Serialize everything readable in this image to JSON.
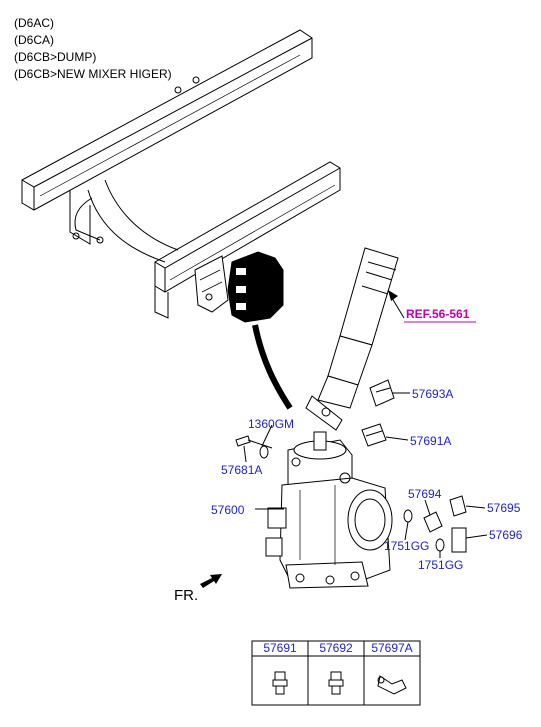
{
  "header": {
    "lines": [
      "(D6AC)",
      "(D6CA)",
      "(D6CB>DUMP)",
      "(D6CB>NEW MIXER HIGER)"
    ]
  },
  "reference": {
    "label": "REF.56-561",
    "color": "#c000b0"
  },
  "front_marker": {
    "label": "FR."
  },
  "callouts": {
    "c57693A": "57693A",
    "c57691A": "57691A",
    "c1360GM": "1360GM",
    "c57681A": "57681A",
    "c57600": "57600",
    "c57694": "57694",
    "c57695": "57695",
    "c57696": "57696",
    "c1751GG_a": "1751GG",
    "c1751GG_b": "1751GG"
  },
  "parts_table": {
    "headers": [
      "57691",
      "57692",
      "57697A"
    ]
  },
  "colors": {
    "callout": "#1f23c8",
    "line": "#000000"
  }
}
